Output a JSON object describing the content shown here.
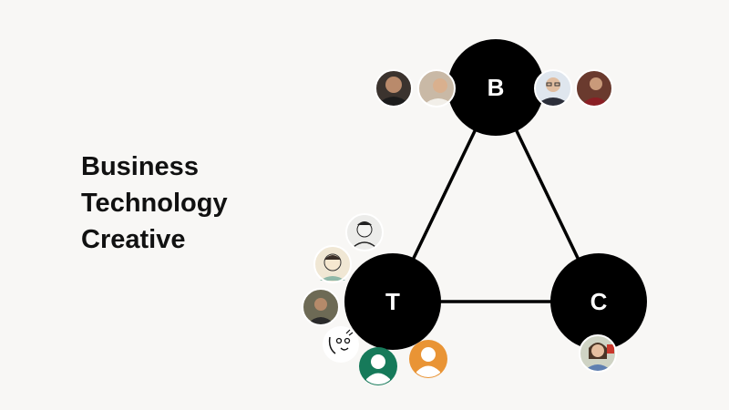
{
  "labels": {
    "line1": "Business",
    "line2": "Technology",
    "line3": "Creative"
  },
  "nodes": {
    "b": "B",
    "t": "T",
    "c": "C"
  },
  "colors": {
    "background": "#f8f7f5",
    "node": "#000000",
    "text": "#111111",
    "avatar_green": "#167a5a",
    "avatar_orange": "#e99435"
  },
  "avatars": [
    {
      "group": "B",
      "icon": "person-photo-avatar"
    },
    {
      "group": "B",
      "icon": "person-photo-avatar"
    },
    {
      "group": "B",
      "icon": "person-glasses-photo-avatar"
    },
    {
      "group": "B",
      "icon": "person-photo-avatar"
    },
    {
      "group": "T",
      "icon": "person-sketch-avatar"
    },
    {
      "group": "T",
      "icon": "person-illustration-avatar"
    },
    {
      "group": "T",
      "icon": "person-photo-avatar"
    },
    {
      "group": "T",
      "icon": "doodle-face-avatar"
    },
    {
      "group": "T",
      "icon": "default-user-avatar-green"
    },
    {
      "group": "T",
      "icon": "default-user-avatar-orange"
    },
    {
      "group": "C",
      "icon": "person-photo-avatar"
    }
  ]
}
